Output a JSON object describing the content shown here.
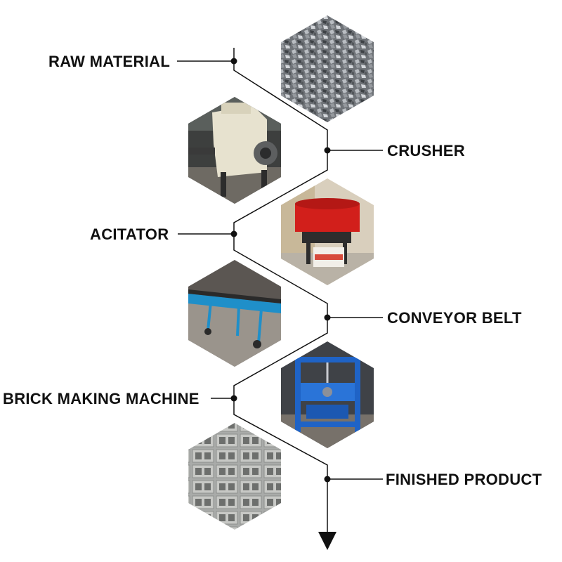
{
  "steps": [
    {
      "label": "RAW MATERIAL",
      "image": "gravel-stones-photo"
    },
    {
      "label": "CRUSHER",
      "image": "hammer-crusher-machine-photo"
    },
    {
      "label": "ACITATOR",
      "image": "red-pan-mixer-photo"
    },
    {
      "label": "CONVEYOR BELT",
      "image": "blue-belt-conveyor-photo"
    },
    {
      "label": "BRICK MAKING MACHINE",
      "image": "blue-block-making-machine-photo"
    },
    {
      "label": "FINISHED PRODUCT",
      "image": "hollow-concrete-blocks-photo"
    }
  ],
  "colors": {
    "line": "#111111",
    "text": "#111111",
    "background": "#ffffff"
  }
}
